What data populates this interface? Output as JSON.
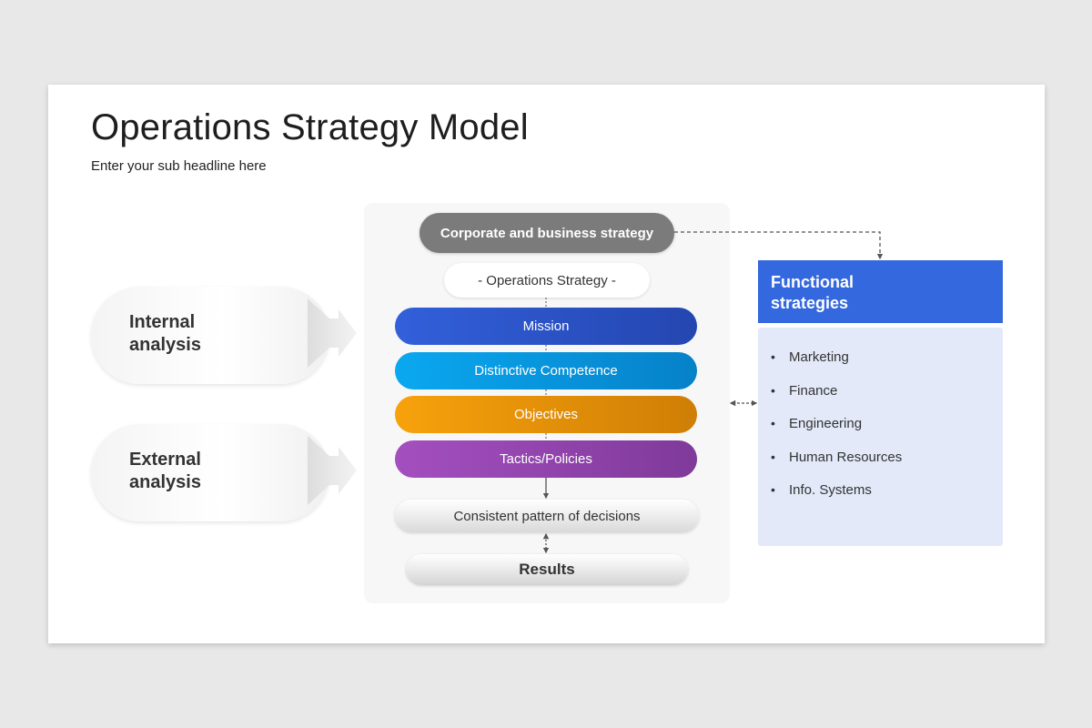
{
  "slide": {
    "title": "Operations Strategy Model",
    "subtitle": "Enter your sub headline here"
  },
  "left": {
    "internal_label": "Internal\nanalysis",
    "external_label": "External\nanalysis"
  },
  "center": {
    "corporate": "Corporate and business strategy",
    "ops_label": "- Operations Strategy -",
    "layers": [
      {
        "label": "Mission",
        "color": "#2f5bd3"
      },
      {
        "label": "Distinctive Competence",
        "color": "#0a9be0"
      },
      {
        "label": "Objectives",
        "color": "#ec9609"
      },
      {
        "label": "Tactics/Policies",
        "color": "#9447b0"
      }
    ],
    "consistent": "Consistent pattern of decisions",
    "results": "Results"
  },
  "functional": {
    "header": "Functional\nstrategies",
    "items": [
      "Marketing",
      "Finance",
      "Engineering",
      "Human Resources",
      "Info. Systems"
    ],
    "header_color": "#3468de",
    "body_color": "#e3e9f9"
  }
}
